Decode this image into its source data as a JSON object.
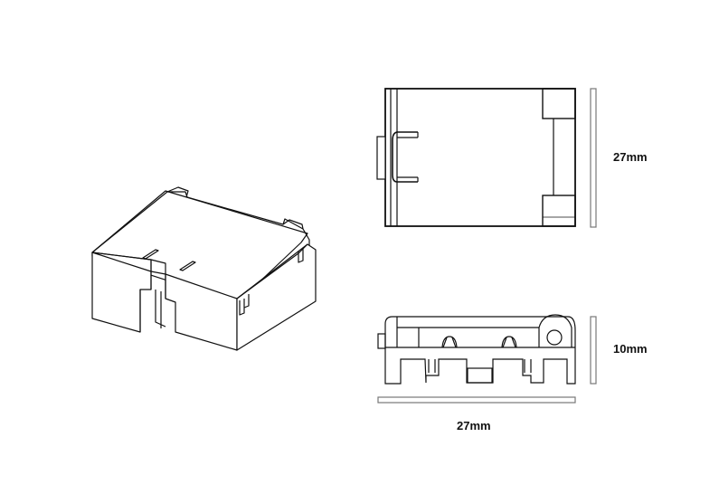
{
  "diagram": {
    "type": "technical-drawing",
    "subject": "connector housing",
    "views": [
      {
        "name": "isometric-view"
      },
      {
        "name": "top-view"
      },
      {
        "name": "side-view"
      }
    ],
    "dimensions": {
      "height_label": "27mm",
      "thickness_label": "10mm",
      "width_label": "27mm"
    },
    "colors": {
      "line": "#111111",
      "dimension_bar": "#888888",
      "background": "#ffffff"
    }
  }
}
